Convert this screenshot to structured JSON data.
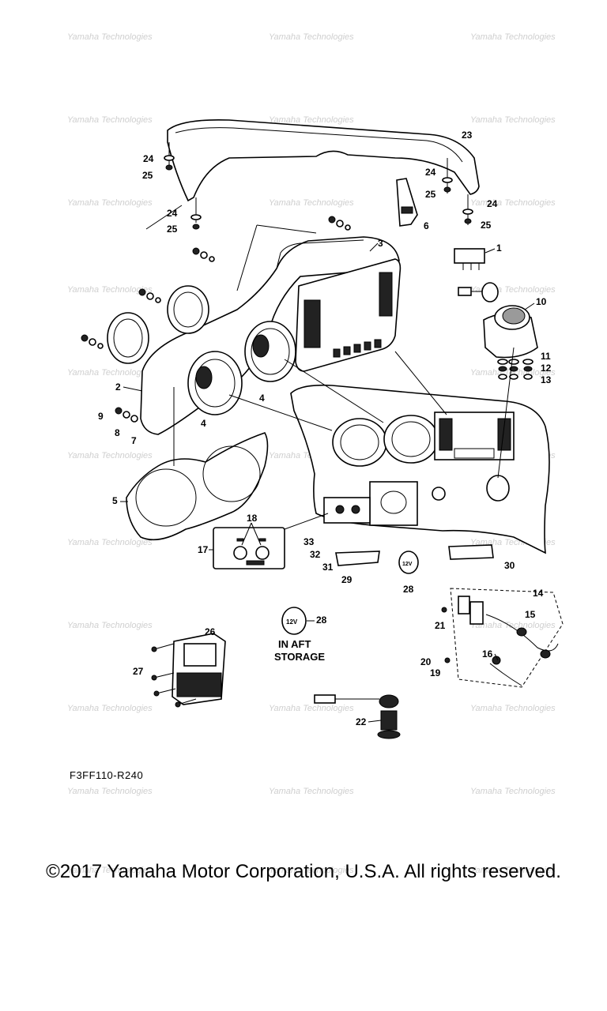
{
  "diagram_code": "F3FF110-R240",
  "copyright": "©2017 Yamaha Motor Corporation, U.S.A. All rights reserved.",
  "aft_storage_caption": [
    "IN AFT",
    "STORAGE"
  ],
  "usb_label": "12V",
  "watermark": "Yamaha Technologies",
  "callouts": [
    "1",
    "2",
    "3",
    "4",
    "4",
    "5",
    "6",
    "7",
    "8",
    "9",
    "10",
    "11",
    "12",
    "13",
    "14",
    "15",
    "16",
    "17",
    "18",
    "19",
    "20",
    "21",
    "22",
    "23",
    "24",
    "25",
    "24",
    "25",
    "24",
    "25",
    "26",
    "27",
    "28",
    "28",
    "29",
    "30",
    "31",
    "32",
    "33"
  ]
}
